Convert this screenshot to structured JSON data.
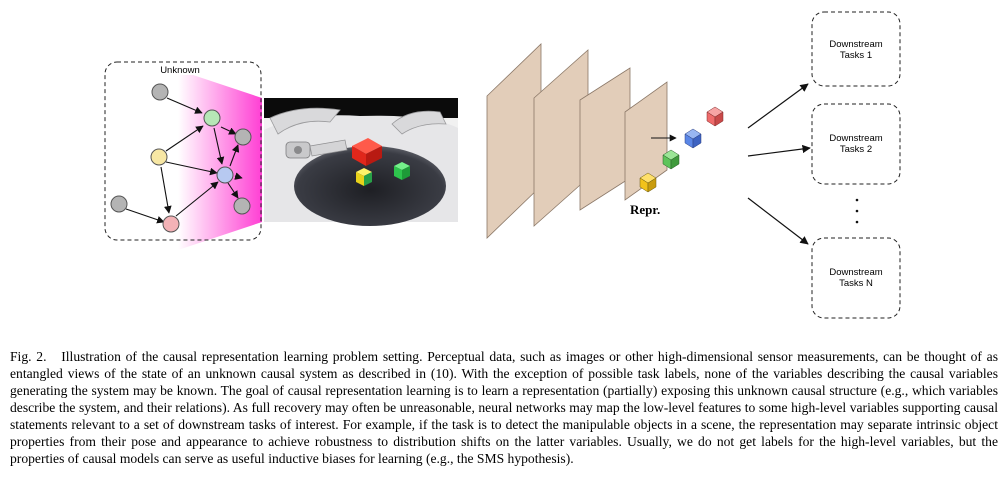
{
  "figure": {
    "unknown_label": "Unknown",
    "repr_label": "Repr.",
    "tasks": [
      {
        "line1": "Downstream",
        "line2": "Tasks 1"
      },
      {
        "line1": "Downstream",
        "line2": "Tasks 2"
      },
      {
        "line1": "Downstream",
        "line2": "Tasks N"
      }
    ],
    "colors": {
      "node_gray": "#b4b4b4",
      "node_green": "#b6e7b6",
      "node_yellow": "#f7e7a4",
      "node_blue": "#b7c9f1",
      "node_pink": "#f3b2b6",
      "magenta": "#ff3fd4",
      "layer_fill": "#e2cdb9",
      "layer_stroke": "#8b7868",
      "cube_yellow": "#f2c21a",
      "cube_green": "#5ec45a",
      "cube_blue": "#5a86e6",
      "cube_red": "#ef6b6b"
    }
  },
  "caption": {
    "label": "Fig. 2.",
    "text": "Illustration of the causal representation learning problem setting. Perceptual data, such as images or other high-dimensional sensor measurements, can be thought of as entangled views of the state of an unknown causal system as described in (10). With the exception of possible task labels, none of the variables describing the causal variables generating the system may be known. The goal of causal representation learning is to learn a representation (partially) exposing this unknown causal structure (e.g., which variables describe the system, and their relations). As full recovery may often be unreasonable, neural networks may map the low-level features to some high-level variables supporting causal statements relevant to a set of downstream tasks of interest. For example, if the task is to detect the manipulable objects in a scene, the representation may separate intrinsic object properties from their pose and appearance to achieve robustness to distribution shifts on the latter variables. Usually, we do not get labels for the high-level variables, but the properties of causal models can serve as useful inductive biases for learning (e.g., the SMS hypothesis)."
  }
}
